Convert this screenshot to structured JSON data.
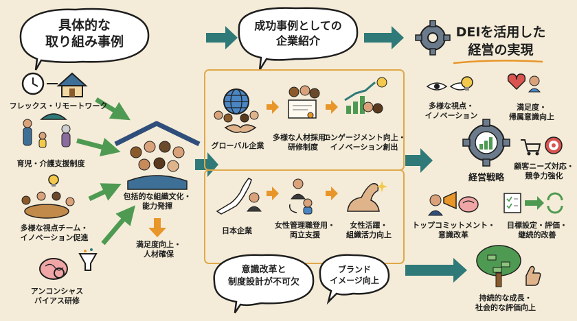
{
  "headers": {
    "col1": [
      "具体的な",
      "取り組み事例"
    ],
    "col2": [
      "成功事例としての",
      "企業紹介"
    ],
    "col3": [
      "DEIを活用した",
      "経営の実現"
    ]
  },
  "left": {
    "flex": "フレックス・リモートワーク",
    "childcare": "育児・介護支援制度",
    "team": [
      "多様な視点チーム・",
      "イノベーション促進"
    ],
    "bias": [
      "アンコンシャス",
      "バイアス研修"
    ],
    "house": [
      "包括的な組織文化・",
      "能力発揮"
    ],
    "result": [
      "満足度向上・",
      "人材確保"
    ]
  },
  "middle": {
    "global_label": "グローバル企業",
    "global_step1": [
      "多様な人材採用・",
      "研修制度"
    ],
    "global_step2": [
      "エンゲージメント向上・",
      "イノベーション創出"
    ],
    "japan_label": "日本企業",
    "japan_step1": [
      "女性管理職登用・",
      "両立支援"
    ],
    "japan_step2": [
      "女性活躍・",
      "組織活力向上"
    ],
    "bubble_reform": [
      "意識改革と",
      "制度設計が不可欠"
    ],
    "bubble_brand": [
      "ブランド",
      "イメージ向上"
    ]
  },
  "right": {
    "perspectives": [
      "多様な視点・",
      "イノベーション"
    ],
    "satisfaction": [
      "満足度・",
      "帰属意識向上"
    ],
    "strategy": "経営戦略",
    "customer": [
      "顧客ニーズ対応・",
      "競争力強化"
    ],
    "commitment": [
      "トップコミットメント・",
      "意識改革"
    ],
    "goals": [
      "目標設定・評価・",
      "継続的改善"
    ],
    "growth": [
      "持続的な成長・",
      "社会的な評価向上"
    ]
  },
  "colors": {
    "background": "#f4ecd8",
    "arrow_teal": "#2f7a78",
    "arrow_green": "#4f9a52",
    "arrow_orange": "#e8962a",
    "panel_border": "#e0a84a",
    "house_roof": "#2f4e7a"
  },
  "icons": [
    "clock-icon",
    "house-icon",
    "umbrella-family-icon",
    "lightbulb-icon",
    "team-table-icon",
    "brain-icon",
    "funnel-icon",
    "globe-icon",
    "handshake-icon",
    "certificate-icon",
    "growth-chart-icon",
    "japan-map-icon",
    "businesswoman-icon",
    "mother-child-icon",
    "flexed-arm-icon",
    "eye-icon",
    "heart-icon",
    "gear-icon",
    "cart-icon",
    "target-icon",
    "megaphone-icon",
    "checklist-icon",
    "cycle-icon",
    "money-tree-icon",
    "thumbs-up-icon"
  ]
}
